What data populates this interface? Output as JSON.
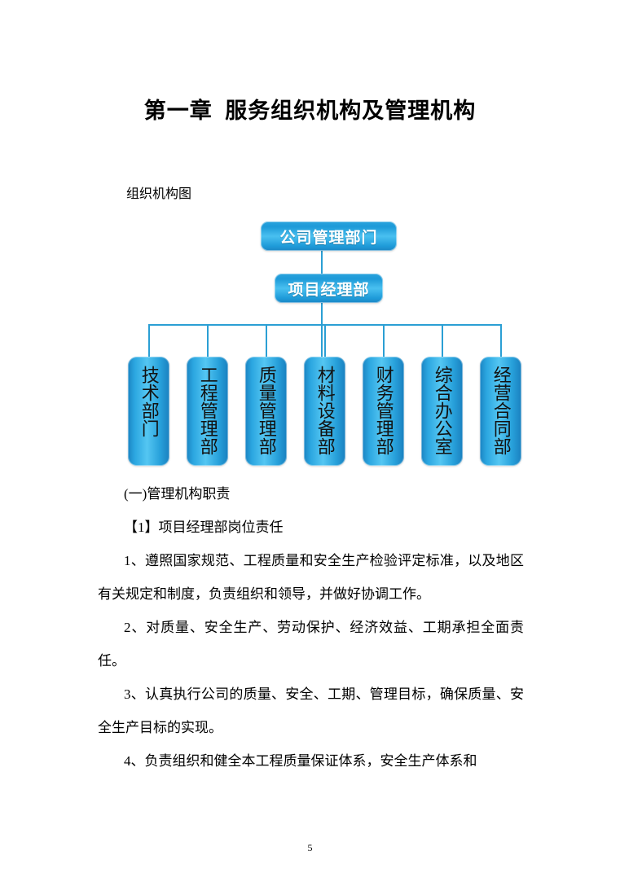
{
  "document": {
    "title": "第一章  服务组织机构及管理机构",
    "page_number": "5"
  },
  "chart_caption": "组织机构图",
  "chart_data": {
    "type": "diagram",
    "title": "组织机构图",
    "accent_color": "#29a3dd",
    "line_color": "#2b9fd4",
    "levels": [
      {
        "label": "公司管理部门",
        "orientation": "horizontal"
      },
      {
        "label": "项目经理部",
        "orientation": "horizontal"
      }
    ],
    "departments": [
      "技术部门",
      "工程管理部",
      "质量管理部",
      "材料设备部",
      "财务管理部",
      "综合办公室",
      "经营合同部"
    ]
  },
  "sections": {
    "heading_responsibilities": "(一)管理机构职责",
    "subheading_duties": "【1】项目经理部岗位责任",
    "items": [
      "1、遵照国家规范、工程质量和安全生产检验评定标准，以及地区有关规定和制度，负责组织和领导，并做好协调工作。",
      "2、对质量、安全生产、劳动保护、经济效益、工期承担全面责任。",
      "3、认真执行公司的质量、安全、工期、管理目标，确保质量、安全生产目标的实现。",
      "4、负责组织和健全本工程质量保证体系，安全生产体系和"
    ]
  }
}
